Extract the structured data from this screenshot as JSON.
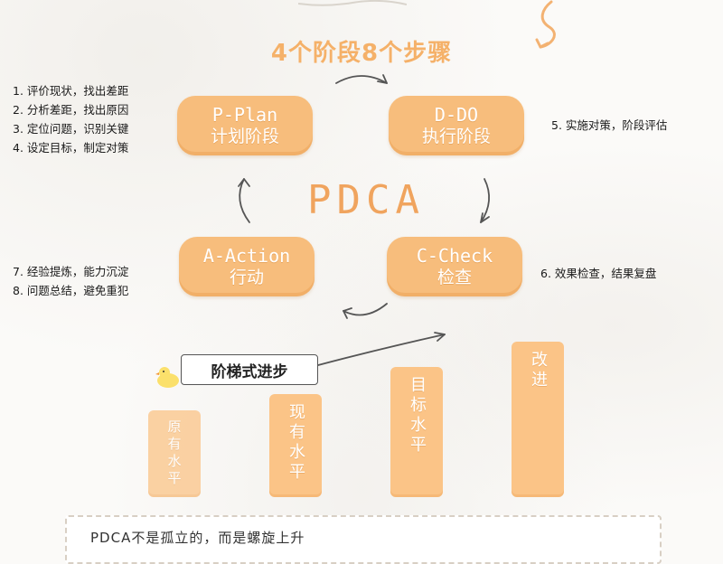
{
  "title": "4个阶段8个步骤",
  "center_label": "PDCA",
  "stages": {
    "plan": {
      "en": "P-Plan",
      "cn": "计划阶段"
    },
    "do": {
      "en": "D-DO",
      "cn": "执行阶段"
    },
    "action": {
      "en": "A-Action",
      "cn": "行动"
    },
    "check": {
      "en": "C-Check",
      "cn": "检查"
    }
  },
  "steps_plan": [
    "1. 评价现状，找出差距",
    "2. 分析差距，找出原因",
    "3. 定位问题，识别关键",
    "4. 设定目标，制定对策"
  ],
  "steps_action": [
    "7. 经验提炼，能力沉淀",
    "8. 问题总结，避免重犯"
  ],
  "note_do": "5. 实施对策，阶段评估",
  "note_check": "6. 效果检查，结果复盘",
  "ladder_label": "阶梯式进步",
  "bars": [
    "原有水平",
    "现有水平",
    "目标水平",
    "改进"
  ],
  "bottom_text": "PDCA不是孤立的，而是螺旋上升",
  "colors": {
    "accent": "#f7bd7c",
    "title": "#f5b169",
    "center": "#f0a45e"
  }
}
